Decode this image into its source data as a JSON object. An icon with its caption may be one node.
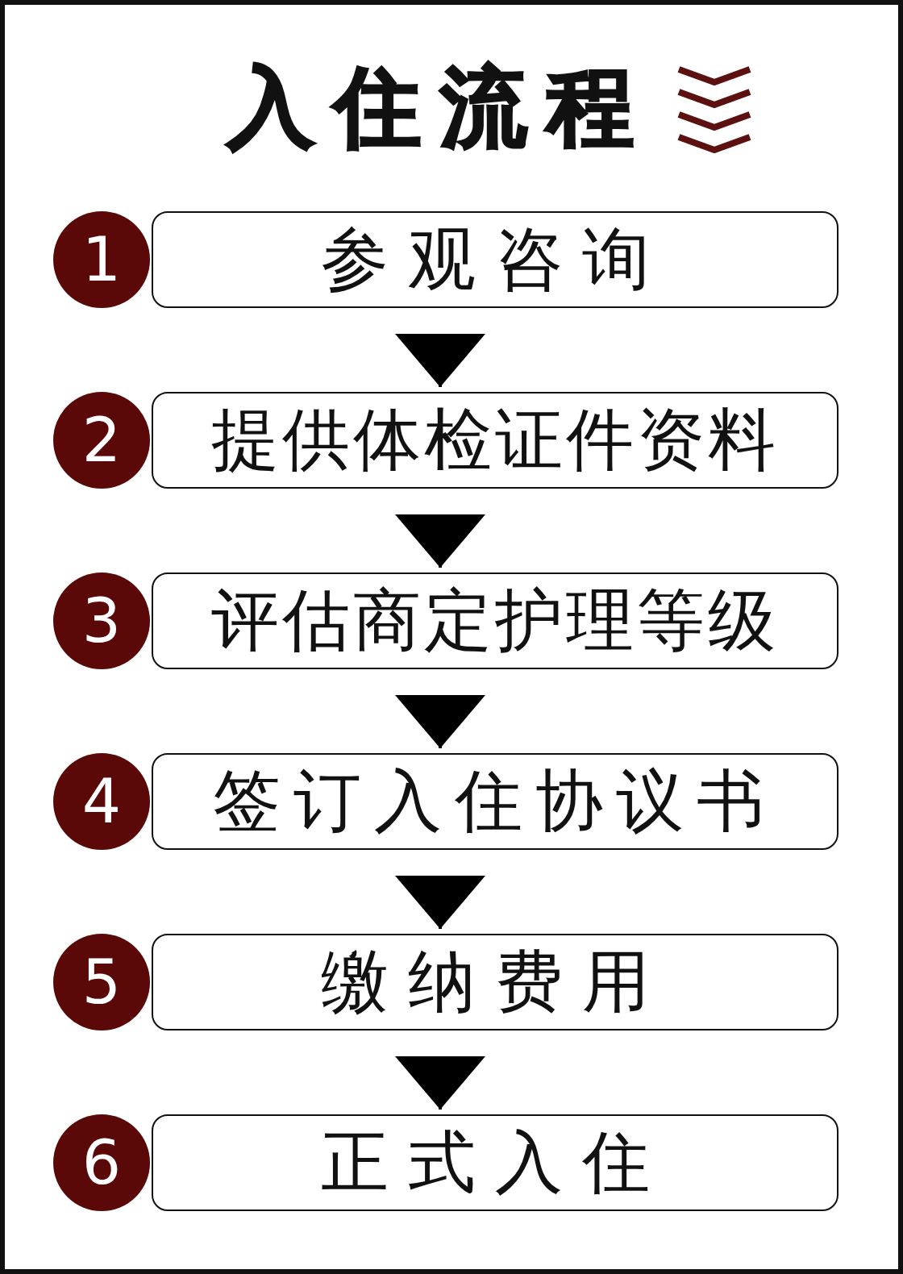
{
  "diagram": {
    "title": "入住流程",
    "nodes": [
      {
        "text": [
          "参观咨询"
        ],
        "beside": [
          "1"
        ]
      },
      {
        "text": [
          "提供体检证件资料"
        ],
        "beside": [
          "2"
        ]
      },
      {
        "text": [
          "评估商定护理等级"
        ],
        "beside": [
          "3"
        ]
      },
      {
        "text": [
          "签订入住协议书"
        ],
        "beside": [
          "4"
        ]
      },
      {
        "text": [
          "缴纳费用"
        ],
        "beside": [
          "5"
        ]
      },
      {
        "text": [
          "正式入住"
        ],
        "beside": [
          "6"
        ]
      }
    ],
    "edges": [
      {
        "from": 0,
        "to": 1,
        "arrow": "to"
      },
      {
        "from": 1,
        "to": 2,
        "arrow": "to"
      },
      {
        "from": 2,
        "to": 3,
        "arrow": "to"
      },
      {
        "from": 3,
        "to": 4,
        "arrow": "to"
      },
      {
        "from": 4,
        "to": 5,
        "arrow": "to"
      }
    ]
  }
}
